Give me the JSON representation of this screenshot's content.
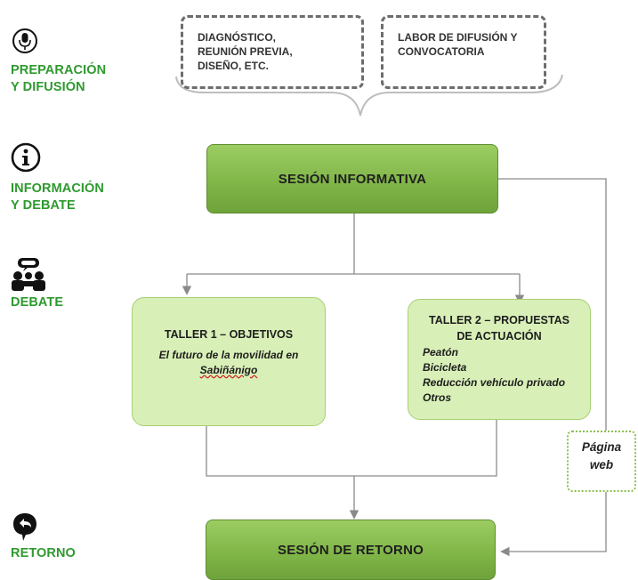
{
  "phases": [
    {
      "icon": "microphone-icon",
      "label_line1": "PREPARACIÓN",
      "label_line2": "Y DIFUSIÓN"
    },
    {
      "icon": "info-icon",
      "label_line1": "INFORMACIÓN",
      "label_line2": "Y DEBATE"
    },
    {
      "icon": "debate-icon",
      "label_line1": "DEBATE"
    },
    {
      "icon": "return-icon",
      "label_line1": "RETORNO"
    }
  ],
  "preparation": {
    "box1": [
      "DIAGNÓSTICO,",
      "REUNIÓN PREVIA,",
      "DISEÑO, ETC."
    ],
    "box2": [
      "LABOR DE DIFUSIÓN Y",
      "CONVOCATORIA"
    ]
  },
  "info_session": "SESIÓN INFORMATIVA",
  "workshop1": {
    "title": "TALLER 1 –  OBJETIVOS",
    "subtitle_line1": "El futuro de la movilidad  en",
    "subtitle_line2": "Sabiñánigo"
  },
  "workshop2": {
    "title_line1": "TALLER 2 – PROPUESTAS",
    "title_line2": "DE ACTUACIÓN",
    "items": [
      "Peatón",
      "Bicicleta",
      "Reducción  vehículo  privado",
      "Otros"
    ]
  },
  "web_page": {
    "line1": "Página",
    "line2": "web"
  },
  "return_session": "SESIÓN DE RETORNO",
  "colors": {
    "phase_label": "#2e9a2e",
    "main_box": "#7fb447",
    "workshop": "#d8efb7",
    "connector": "#8a8a8a"
  }
}
